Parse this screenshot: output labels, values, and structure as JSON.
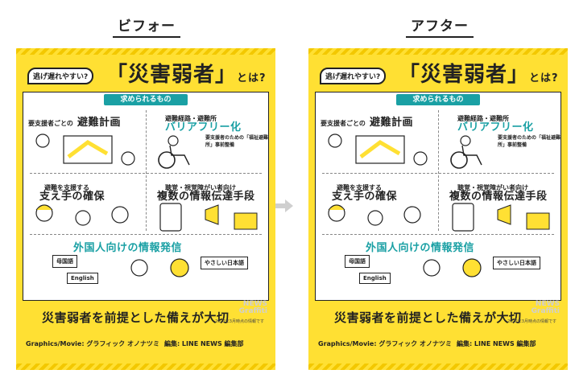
{
  "headers": {
    "before": "ビフォー",
    "after": "アフター"
  },
  "poster": {
    "tag": "逃げ遅れやすい?",
    "title": "「災害弱者」",
    "title_suffix": "とは?",
    "section_head": "求められるもの",
    "items": [
      {
        "small": "要支援者ごとの",
        "big": "避難計画"
      },
      {
        "small": "避難経路・避難所",
        "big": "バリアフリー化",
        "note": "要支援者のための「福祉避難所」事前整備"
      },
      {
        "small": "避難を支援する",
        "big": "支え手の確保"
      },
      {
        "small": "聴覚・視覚障がい者向け",
        "big": "複数の情報伝達手段"
      },
      {
        "small": "",
        "big": "外国人向けの情報発信",
        "signs": [
          "母国語",
          "やさしい日本語",
          "English"
        ]
      }
    ],
    "slogan": "災害弱者を前提とした備えが大切",
    "newslogo": [
      "NEWS",
      "Graffiti"
    ],
    "date": "2022年3月時点の情報です",
    "credits": [
      "Graphics/Movie: グラフィック オノナツミ",
      "編集: LINE NEWS 編集部"
    ]
  },
  "colors": {
    "accent": "#1aa0a4",
    "poster_bg": "#ffe033"
  }
}
